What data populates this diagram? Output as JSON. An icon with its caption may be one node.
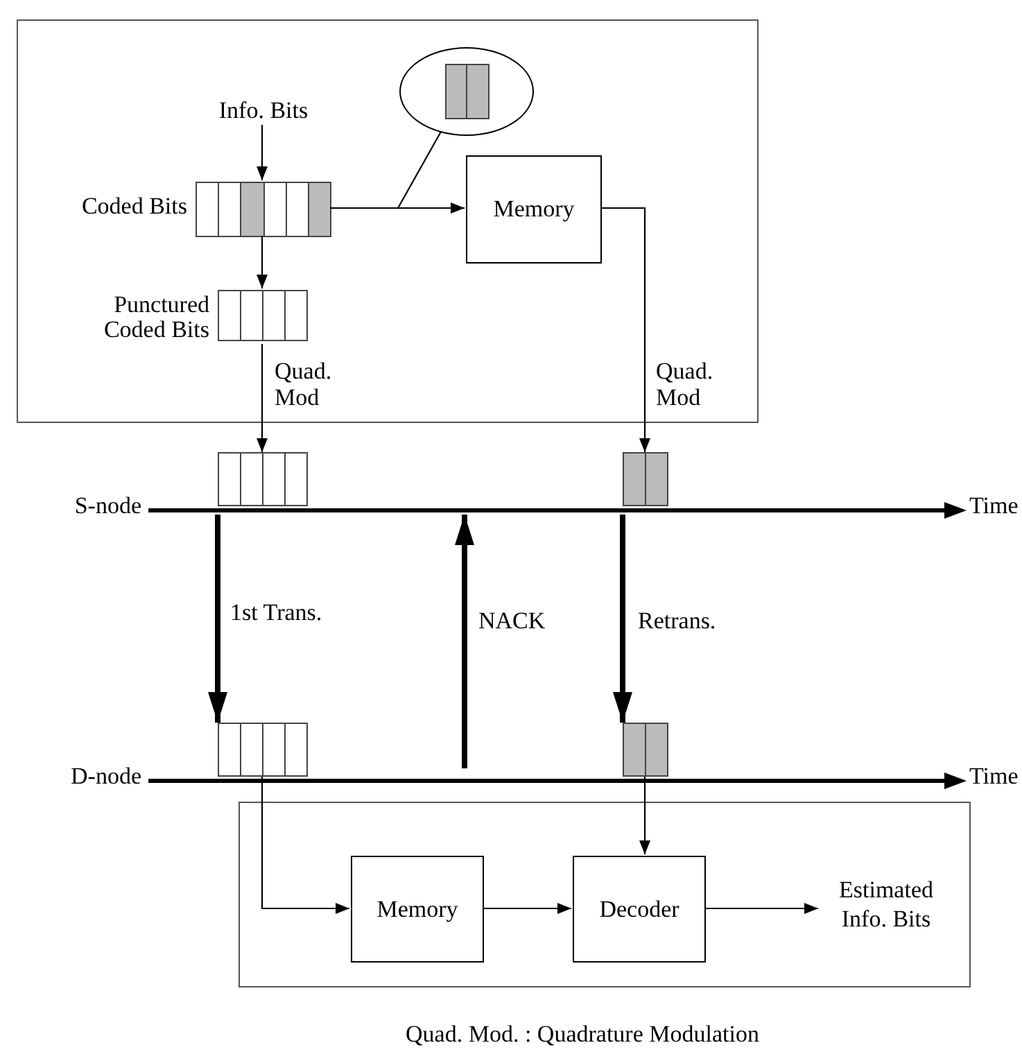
{
  "diagram": {
    "caption": "Quad. Mod. : Quadrature Modulation",
    "nodes": [
      {
        "text": [],
        "shape": "box"
      },
      {
        "text": [
          "Info. Bits"
        ],
        "in": 0
      },
      {
        "text": [
          "Coded Bits"
        ],
        "in": 0
      },
      {
        "text": [],
        "shape": "ellipse",
        "in": 0
      },
      {
        "text": [
          "Memory"
        ],
        "in": 0
      },
      {
        "text": [
          "Punctured Coded Bits"
        ],
        "in": 0
      },
      {
        "text": [],
        "shape": "bar"
      },
      {
        "text": [],
        "shape": "bar"
      },
      {
        "text": [],
        "shape": "line"
      },
      {
        "text": [],
        "shape": "bar"
      },
      {
        "text": [],
        "shape": "bar"
      },
      {
        "text": [],
        "shape": "line"
      },
      {
        "text": [],
        "shape": "box"
      },
      {
        "text": [
          "Memory"
        ],
        "in": 12
      },
      {
        "text": [
          "Decoder"
        ],
        "in": 12
      },
      {
        "text": [
          "Estimated Info. Bits"
        ],
        "in": 12
      }
    ],
    "edges": [
      {
        "from": 1,
        "to": 2,
        "arrow": "to"
      },
      {
        "from": 2,
        "to": 5,
        "arrow": "to"
      },
      {
        "from": 2,
        "to": 4,
        "arrow": "to"
      },
      {
        "from": 3,
        "to": null,
        "arrow": "none"
      },
      {
        "from": 5,
        "to": 6,
        "arrow": "to",
        "label": "Quad. Mod"
      },
      {
        "from": 4,
        "to": 7,
        "arrow": "to",
        "label": "Quad. Mod"
      },
      {
        "from": 8,
        "to": 9,
        "arrow": "to",
        "label": "1st Trans.",
        "style": "thick"
      },
      {
        "from": 11,
        "to": 8,
        "arrow": "to",
        "label": "NACK",
        "style": "thick"
      },
      {
        "from": 8,
        "to": 10,
        "arrow": "to",
        "label": "Retrans.",
        "style": "thick"
      },
      {
        "from": 9,
        "to": 13,
        "arrow": "to"
      },
      {
        "from": 10,
        "to": 14,
        "arrow": "to"
      },
      {
        "from": 13,
        "to": 14,
        "arrow": "to"
      },
      {
        "from": 14,
        "to": 15,
        "arrow": "to"
      }
    ],
    "labels": [
      "S-node",
      "Time",
      "D-node",
      "Time"
    ]
  }
}
